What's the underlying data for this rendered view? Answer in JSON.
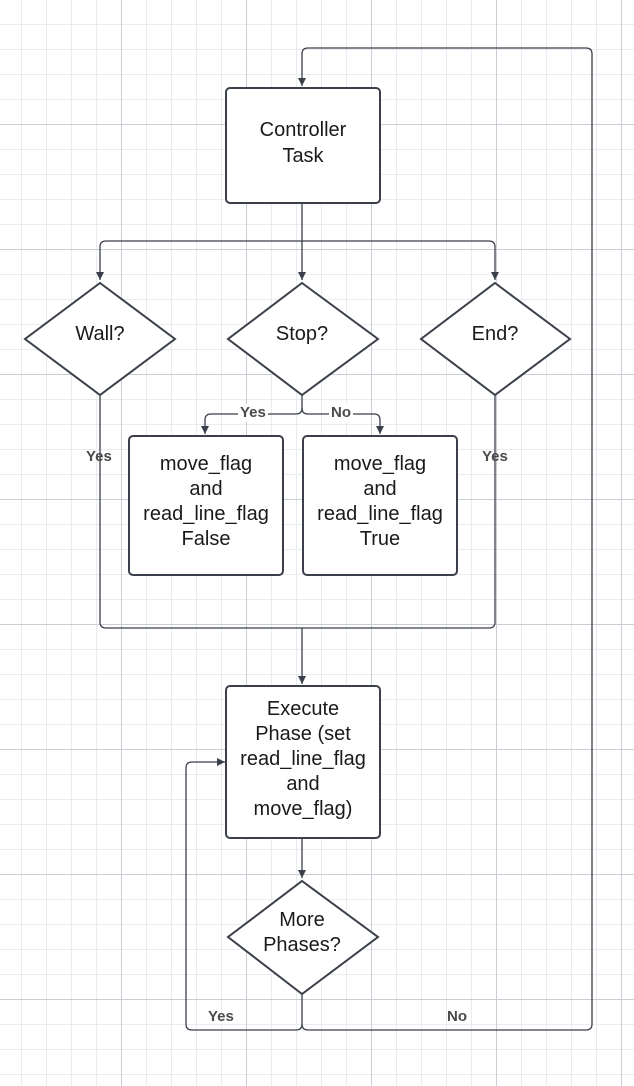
{
  "nodes": {
    "controller_task": "Controller\nTask",
    "wall": "Wall?",
    "stop": "Stop?",
    "end": "End?",
    "flags_false": "move_flag\nand\nread_line_flag\nFalse",
    "flags_true": "move_flag\nand\nread_line_flag\nTrue",
    "execute_phase": "Execute\nPhase (set\nread_line_flag\nand\nmove_flag)",
    "more_phases": "More\nPhases?"
  },
  "edge_labels": {
    "wall_yes": "Yes",
    "stop_yes": "Yes",
    "stop_no": "No",
    "end_yes": "Yes",
    "more_yes": "Yes",
    "more_no": "No"
  },
  "colors": {
    "stroke": "#3a3f4a",
    "text": "#1a1a1a",
    "edge_label": "#4a4a4a"
  }
}
